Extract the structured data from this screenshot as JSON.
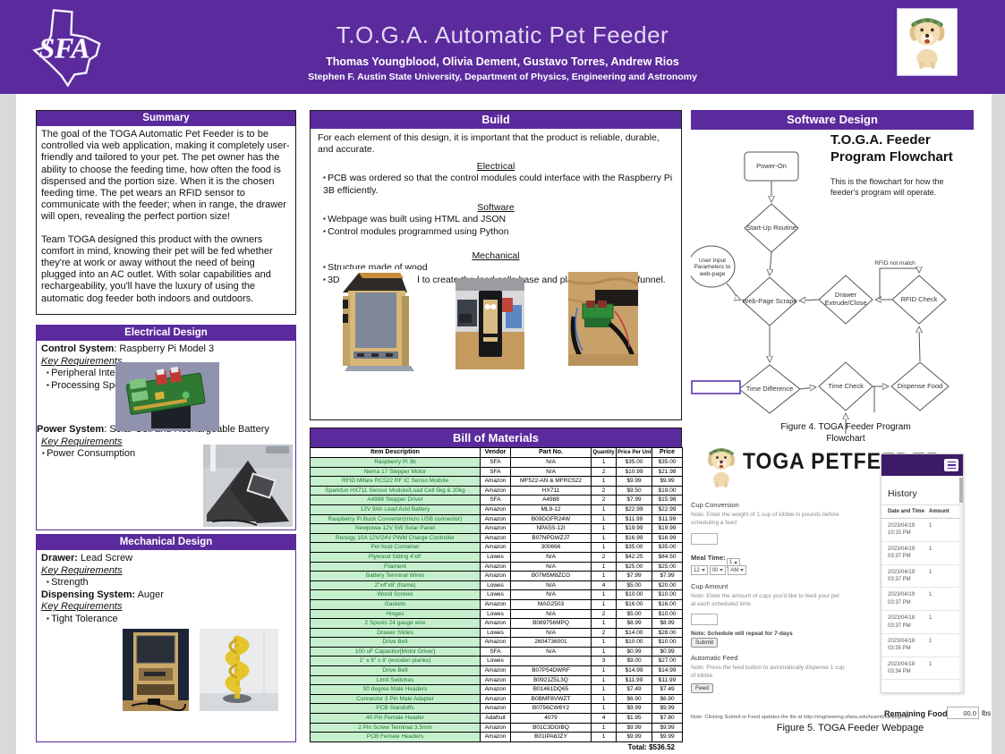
{
  "colors": {
    "purple": "#5b2a9d",
    "dark_purple": "#3d1a66",
    "green_cell_bg": "#c6efce",
    "green_cell_text": "#1e7a34",
    "page_bg": "#d9d9d9"
  },
  "icons": {
    "menu": "hamburger-menu",
    "dropdown": "caret-down"
  },
  "header": {
    "title": "T.O.G.A. Automatic Pet Feeder",
    "authors": "Thomas Youngblood, Olivia Dement, Gustavo Torres, Andrew Rios",
    "affiliation": "Stephen F. Austin State University, Department of Physics, Engineering and Astronomy",
    "logo_text": "SFA"
  },
  "summary": {
    "title": "Summary",
    "p1": "The goal of the TOGA Automatic Pet Feeder is to be controlled via web application, making it completely user-friendly and tailored to your pet. The pet owner has the ability to choose the feeding time, how often the food is dispensed and the portion size. When it is the chosen feeding time. The pet wears an RFID sensor to communicate with the feeder; when in range, the drawer will open, revealing the perfect portion size!",
    "p2": "Team TOGA designed this product with the owners comfort in mind, knowing their pet will be fed whether they're at work or away without the need of being plugged into an AC outlet. With solar capabilities and rechargeability, you'll have the luxury of using the automatic dog feeder both indoors and outdoors."
  },
  "electrical": {
    "title": "Electrical Design",
    "control_label": "Control System",
    "control_rest": ": Raspberry Pi Model 3",
    "key_req": "Key Requirements",
    "control_bullets": [
      "Peripheral Interfacing",
      "Processing Speed"
    ],
    "power_label": "Power System",
    "power_rest": ": Solar Cell and Rechargeable Battery",
    "power_bullets": [
      "Power Consumption"
    ]
  },
  "mechanical": {
    "title": "Mechanical Design",
    "drawer_label": "Drawer:",
    "drawer_rest": " Lead Screw",
    "key_req": "Key Requirements",
    "drawer_bullets": [
      "Strength"
    ],
    "dispensing_label": "Dispensing System:",
    "dispensing_rest": " Auger",
    "dispensing_bullets": [
      "Tight Tolerance"
    ]
  },
  "build": {
    "title": "Build",
    "intro": "For each element of this design, it is important that the product is reliable, durable, and accurate.",
    "sections": [
      {
        "heading": "Electrical",
        "bullets": [
          "PCB was ordered so that the control modules could interface with the Raspberry Pi 3B efficiently."
        ]
      },
      {
        "heading": "Software",
        "bullets": [
          "Webpage was built using HTML and JSON",
          "Control modules programmed using Python"
        ]
      },
      {
        "heading": "Mechanical",
        "bullets": [
          "Structure made of wood",
          "3D printers were used to create the load cells base and plates, auger, and funnel."
        ]
      }
    ]
  },
  "bom": {
    "title": "Bill of Materials",
    "columns": [
      "Item Description",
      "Vendor",
      "Part No.",
      "Quantity",
      "Price Per Unit",
      "Price"
    ],
    "rows": [
      [
        "Raspberry Pi 3b",
        "SFA",
        "N/A",
        "1",
        "$35.00",
        "$35.00"
      ],
      [
        "Nema 17 Stepper Motor",
        "SFA",
        "N/A",
        "2",
        "$10.99",
        "$21.98"
      ],
      [
        "RFID Mifare RC522 RF IC Senso Module",
        "Amazon",
        "MF522-AN & MFRC522",
        "1",
        "$9.99",
        "$9.99"
      ],
      [
        "Sparkfun HX711 Sensor Module/Load Cell 5kg & 20kg",
        "Amazon",
        "HX711",
        "2",
        "$9.50",
        "$19.00"
      ],
      [
        "A4988 Stepper Driver",
        "SFA",
        "A4988",
        "2",
        "$7.99",
        "$15.98"
      ],
      [
        "12V 9Ah Lead Acid Battery",
        "Amazon",
        "ML9-12",
        "1",
        "$22.99",
        "$22.99"
      ],
      [
        "Raspberry Pi Buck Converter(micro USB connector)",
        "Amazon",
        "B09DGFR24W",
        "1",
        "$11.99",
        "$11.99"
      ],
      [
        "Newpowa 12V 5W Solar Panel",
        "Amazon",
        "NPA5S-12I",
        "1",
        "$19.99",
        "$19.99"
      ],
      [
        "Renogy 10A 12V/24V PWM Charge Controller",
        "Amazon",
        "B07NPDWZJ7",
        "1",
        "$16.99",
        "$16.99"
      ],
      [
        "Pet food Container",
        "Amazon",
        "300666",
        "1",
        "$35.00",
        "$35.00"
      ],
      [
        "Plywood Siding 4'x8'",
        "Lowes",
        "N/A",
        "2",
        "$42.25",
        "$84.50"
      ],
      [
        "Filament",
        "Amazon",
        "N/A",
        "1",
        "$25.00",
        "$25.00"
      ],
      [
        "Battery Terminal Wires",
        "Amazon",
        "B07M5M8ZCG",
        "1",
        "$7.99",
        "$7.99"
      ],
      [
        "2\"x4\"x8' (frame)",
        "Lowes",
        "N/A",
        "4",
        "$5.00",
        "$20.00"
      ],
      [
        "Wood Screws",
        "Lowes",
        "N/A",
        "1",
        "$10.00",
        "$10.00"
      ],
      [
        "Gaskets",
        "Amazon",
        "MAG2503",
        "1",
        "$16.00",
        "$16.00"
      ],
      [
        "Hinges",
        "Lowes",
        "N/A",
        "2",
        "$5.00",
        "$10.00"
      ],
      [
        "2 Spools 24 gauge wire",
        "Amazon",
        "B089756MPQ",
        "1",
        "$8.99",
        "$8.99"
      ],
      [
        "Drawer Slides",
        "Lowes",
        "N/A",
        "2",
        "$14.00",
        "$28.00"
      ],
      [
        "Drive Belt",
        "Amazon",
        "2604736001",
        "1",
        "$10.00",
        "$10.00"
      ],
      [
        "100 uF Capacitor[Motor Driver]",
        "SFA",
        "N/A",
        "1",
        "$0.99",
        "$0.99"
      ],
      [
        "1\" x 6\" x 8' (wooden planks)",
        "Lowes",
        "",
        "3",
        "$9.00",
        "$27.00"
      ],
      [
        "Drive Belt",
        "Amazon",
        "B07P54DWRF",
        "1",
        "$14.99",
        "$14.99"
      ],
      [
        "Limit Switches",
        "Amazon",
        "B0921Z5L3Q",
        "1",
        "$11.99",
        "$11.99"
      ],
      [
        "90 degree Male Headers",
        "Amazon",
        "B01461DQ65",
        "1",
        "$7.49",
        "$7.49"
      ],
      [
        "Connector 3 Pin Male Adapter",
        "Amazon",
        "B0BMF8VWZT",
        "1",
        "$6.90",
        "$6.90"
      ],
      [
        "PCB Standoffs",
        "Amazon",
        "B0756CW6Y2",
        "1",
        "$9.99",
        "$9.99"
      ],
      [
        "40 Pin Female Header",
        "Adafruit",
        "4079",
        "4",
        "$1.95",
        "$7.80"
      ],
      [
        "2 Pin Screw Terminal 3.5mm",
        "Amazon",
        "B01C3DGIBQ",
        "1",
        "$9.99",
        "$9.99"
      ],
      [
        "PCB Female Headers",
        "Amazon",
        "B01IPA8JZY",
        "1",
        "$9.99",
        "$9.99"
      ]
    ],
    "total_label": "Total:",
    "total_value": "$536.52"
  },
  "software": {
    "title": "Software Design",
    "heading": "T.O.G.A. Feeder Program Flowchart",
    "subtext": "This is the flowchart for how the feeder's program will operate.",
    "nodes": {
      "power_on": "Power-On",
      "startup": "Start-Up Routine",
      "user_input": "User Input Parameters to web-page",
      "webpage_scrape": "Web-Page Scrape",
      "drawer": "Drawer Extrude/Close",
      "rfid_check": "RFID Check",
      "rfid_not_match": "RFID not match",
      "time_difference": "Time Difference",
      "time_check": "Time Check",
      "dispense": "Dispense Food"
    },
    "fig4_caption": "Figure 4. TOGA Feeder Program Flowchart"
  },
  "webpage": {
    "brand": "TOGA PETFEEDER",
    "cup_conversion_label": "Cup Conversion",
    "cup_conversion_note": "Note: Enter the weight of 1 cup of kibble in pounds before scheduling a feed",
    "meal_time_label": "Meal Time:",
    "meal_count": "1",
    "hour": "12",
    "minute": "00",
    "ampm": "AM",
    "cup_amount_label": "Cup Amount",
    "cup_amount_note": "Note: Enter the amount of cups you'd like to feed your pet at each scheduled time",
    "schedule_note": "Note: Schedule will repeat for 7-days",
    "submit_label": "Submit",
    "auto_feed_label": "Automatic Feed",
    "auto_feed_note": "Note: Press the feed button to automatically dispense 1 cup of kibble",
    "feed_label": "Feed",
    "footer_note": "Note: Clicking Submit or Feed updates the file at http://engineering.sfasu.edu/team6/settings.txt",
    "remaining_label": "Remaining Food:",
    "remaining_value": "00.0",
    "remaining_unit": "lbs",
    "history": {
      "title": "History",
      "columns": [
        "Date and Time",
        "Amount"
      ],
      "rows": [
        [
          "2023/04/19 10:15 PM",
          "1"
        ],
        [
          "2023/04/19 03:37 PM",
          "1"
        ],
        [
          "2023/04/19 03:37 PM",
          "1"
        ],
        [
          "2023/04/19 03:37 PM",
          "1"
        ],
        [
          "2023/04/18 03:37 PM",
          "1"
        ],
        [
          "2023/04/18 03:35 PM",
          "1"
        ],
        [
          "2023/04/18 03:34 PM",
          "1"
        ]
      ]
    },
    "fig5_caption": "Figure 5. TOGA Feeder Webpage"
  }
}
